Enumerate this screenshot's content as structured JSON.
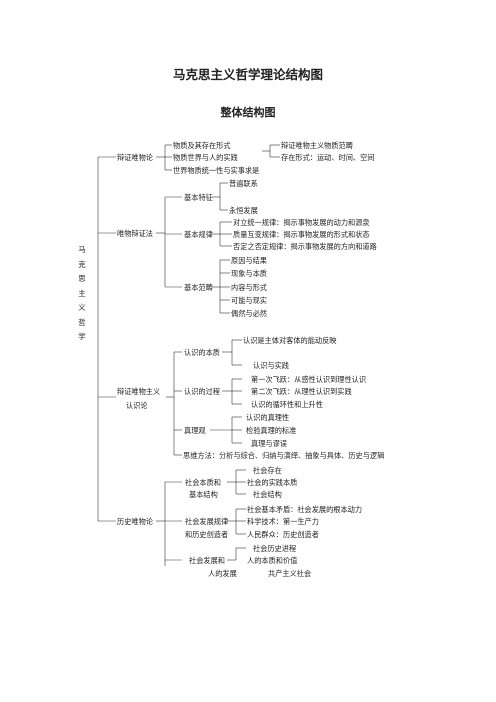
{
  "title": "马克思主义哲学理论结构图",
  "subtitle": "整体结构图",
  "root_chars": [
    "马",
    "克",
    "思",
    "主",
    "义",
    "哲",
    "学"
  ],
  "s1": {
    "label": "辩证唯物论",
    "a1": "物质及其存在形式",
    "a1r": "辩证唯物主义物质范畴",
    "a2": "物质世界与人的实践",
    "a2r": "存在形式：运动、时间、空间",
    "a3": "世界物质统一性与实事求是"
  },
  "s2": {
    "label": "唯物辩证法",
    "f1": "基本特征",
    "f1a": "普遍联系",
    "f1b": "永恒发展",
    "f2": "基本规律",
    "f2a": "对立统一规律：揭示事物发展的动力和源泉",
    "f2b": "质量互变规律：揭示事物发展的形式和状态",
    "f2c": "否定之否定规律：揭示事物发展的方向和道路",
    "f3": "基本范畴",
    "f3a": "原因与结果",
    "f3b": "现象与本质",
    "f3c": "内容与形式",
    "f3d": "可能与现实",
    "f3e": "偶然与必然"
  },
  "s3": {
    "label1": "辩证唯物主义",
    "label2": "认识论",
    "g1": "认识的本质",
    "g1a": "认识是主体对客体的能动反映",
    "g1b": "认识与实践",
    "g2": "认识的过程",
    "g2a": "第一次飞跃：从感性认识到理性认识",
    "g2b": "第二次飞跃：从理性认识到实践",
    "g2c": "认识的循环性和上升性",
    "g3": "真理观",
    "g3a": "认识的真理性",
    "g3b": "检验真理的标准",
    "g3c": "真理与谬误",
    "g4": "思维方法：分析与综合、归纳与演绎、抽象与具体、历史与逻辑"
  },
  "s4": {
    "label": "历史唯物论",
    "h1l1": "社会本质和",
    "h1l2": "基本结构",
    "h1a": "社会存在",
    "h1b": "社会的实践本质",
    "h1c": "社会结构",
    "h2l1": "社会发展规律",
    "h2l2": "和历史创造者",
    "h2a": "社会基本矛盾：社会发展的根本动力",
    "h2b": "科学技术：第一生产力",
    "h2c": "人民群众：历史创造者",
    "h3l1": "社会发展和",
    "h3l2": "人的发展",
    "h3a": "社会历史进程",
    "h3b": "人的本质和价值",
    "h3c": "共产主义社会"
  }
}
